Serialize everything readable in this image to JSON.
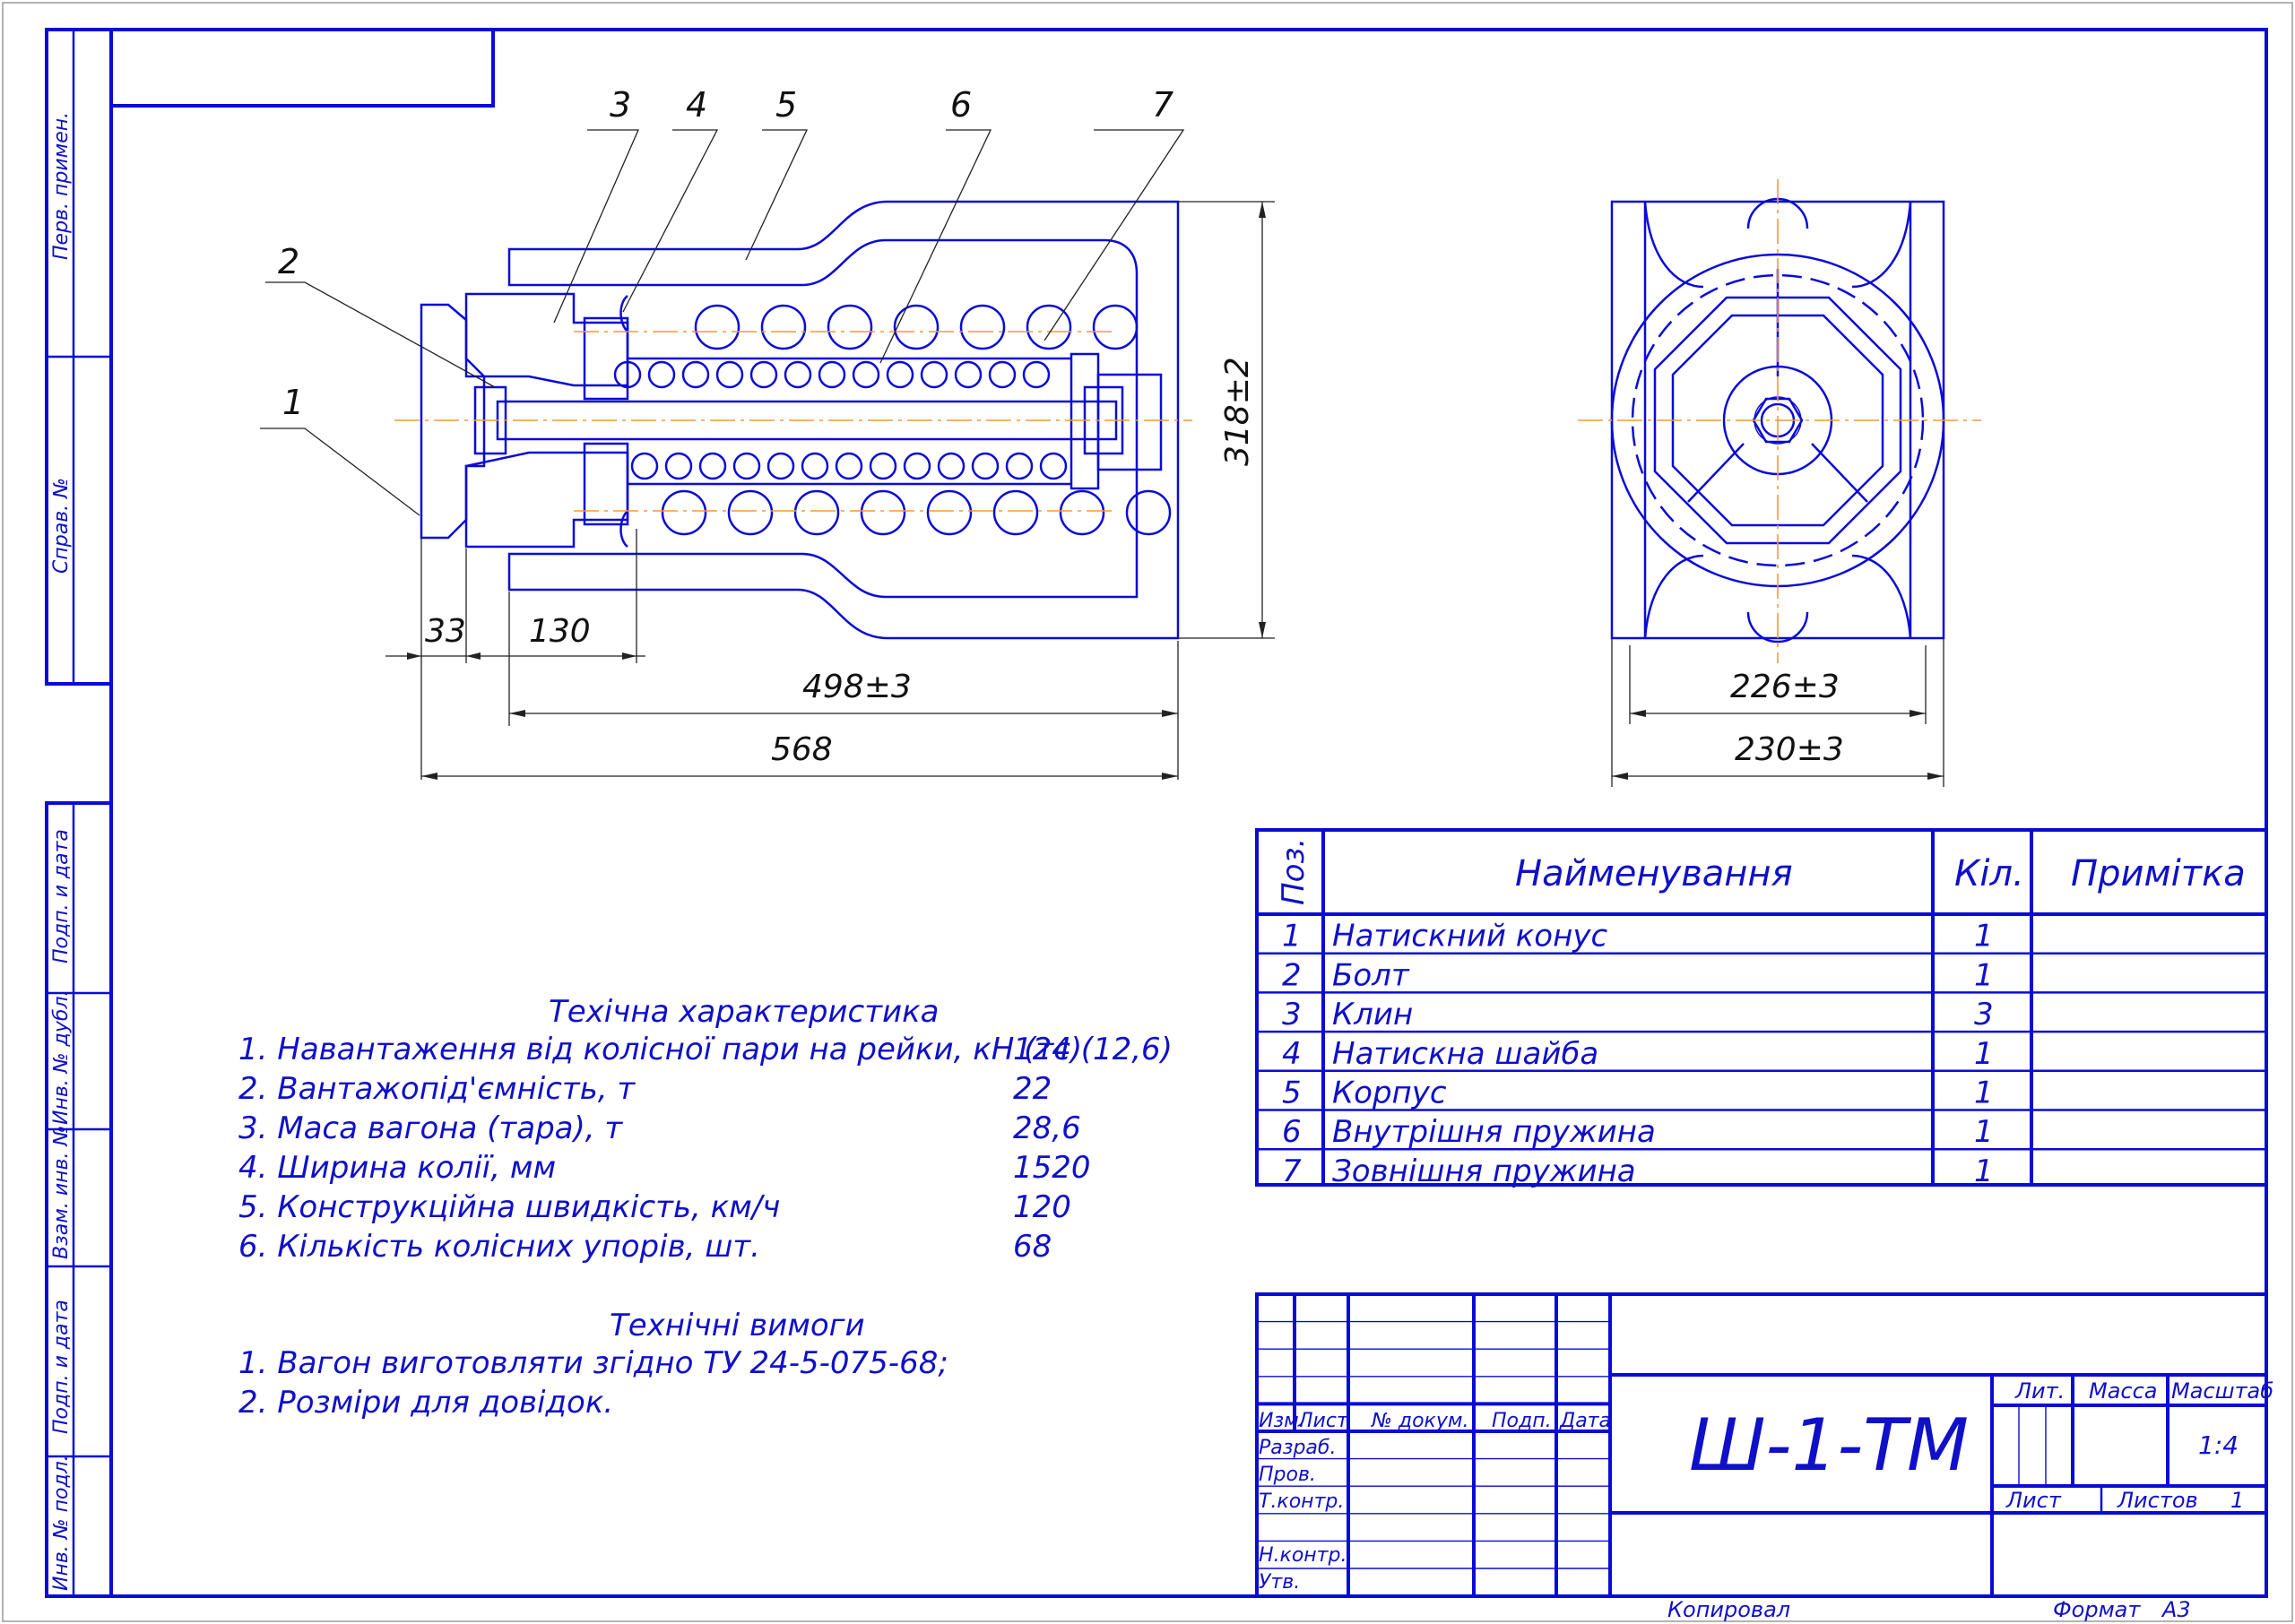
{
  "side_strip": {
    "labels": [
      "Перв. примен.",
      "Справ. №",
      "Подп. и дата",
      "Инв. № дубл.",
      "Взам. инв. №",
      "Подп. и дата",
      "Инв. № подл."
    ]
  },
  "drawing": {
    "position_labels": [
      "1",
      "2",
      "3",
      "4",
      "5",
      "6",
      "7"
    ],
    "dimensions": {
      "d33": "33",
      "d130": "130",
      "d498": "498±3",
      "d568": "568",
      "d318": "318±2",
      "d226": "226±3",
      "d230": "230±3"
    }
  },
  "spec_table": {
    "headers": {
      "pos": "Поз.",
      "name": "Найменування",
      "qty": "Кіл.",
      "note": "Примітка"
    },
    "rows": [
      {
        "pos": "1",
        "name": "Натискний конус",
        "qty": "1",
        "note": ""
      },
      {
        "pos": "2",
        "name": "Болт",
        "qty": "1",
        "note": ""
      },
      {
        "pos": "3",
        "name": "Клин",
        "qty": "3",
        "note": ""
      },
      {
        "pos": "4",
        "name": "Натискна шайба",
        "qty": "1",
        "note": ""
      },
      {
        "pos": "5",
        "name": "Корпус",
        "qty": "1",
        "note": ""
      },
      {
        "pos": "6",
        "name": "Внутрішня пружина",
        "qty": "1",
        "note": ""
      },
      {
        "pos": "7",
        "name": "Зовнішня пружина",
        "qty": "1",
        "note": ""
      }
    ]
  },
  "technical_characteristics": {
    "title": "Техічна характеристика",
    "items": [
      {
        "label": "1. Навантаження від колісної пари на рейки, кН (тс)",
        "value": "124 (12,6)"
      },
      {
        "label": "2. Вантажопід'ємність, т",
        "value": "22"
      },
      {
        "label": "3. Маса вагона (тара), т",
        "value": "28,6"
      },
      {
        "label": "4. Ширина колії, мм",
        "value": "1520"
      },
      {
        "label": "5. Конструкційна швидкість, км/ч",
        "value": "120"
      },
      {
        "label": "6. Кількість колісних упорів, шт.",
        "value": "68"
      }
    ]
  },
  "technical_requirements": {
    "title": "Технічні вимоги",
    "items": [
      "1. Вагон виготовляти згідно ТУ 24-5-075-68;",
      "2. Розміри для довідок."
    ]
  },
  "title_block": {
    "columns": [
      "Изм.",
      "Лист",
      "№ докум.",
      "Подп.",
      "Дата"
    ],
    "roles": [
      "Разраб.",
      "Пров.",
      "Т.контр.",
      "Н.контр.",
      "Утв."
    ],
    "designation": "Ш-1-ТМ",
    "lit_label": "Лит.",
    "mass_label": "Масса",
    "scale_label": "Масштаб",
    "scale_value": "1:4",
    "sheet_label": "Лист",
    "sheets_label": "Листов",
    "sheets_value": "1"
  },
  "footer": {
    "copied": "Копировал",
    "format_label": "Формат",
    "format_value": "А3"
  }
}
